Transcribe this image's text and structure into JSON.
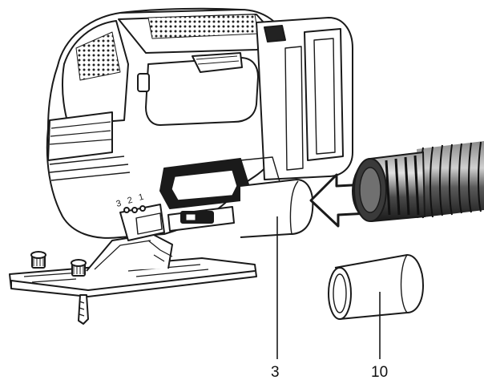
{
  "callouts": {
    "part_3": "3",
    "part_10": "10"
  },
  "speed_scale": [
    "3",
    "2",
    "1"
  ],
  "colors": {
    "line": "#1a1a1a",
    "background": "#ffffff",
    "hose_dark": "#2b2b2b",
    "hose_mid": "#6d6d6d",
    "hose_light": "#bdbdbd"
  }
}
